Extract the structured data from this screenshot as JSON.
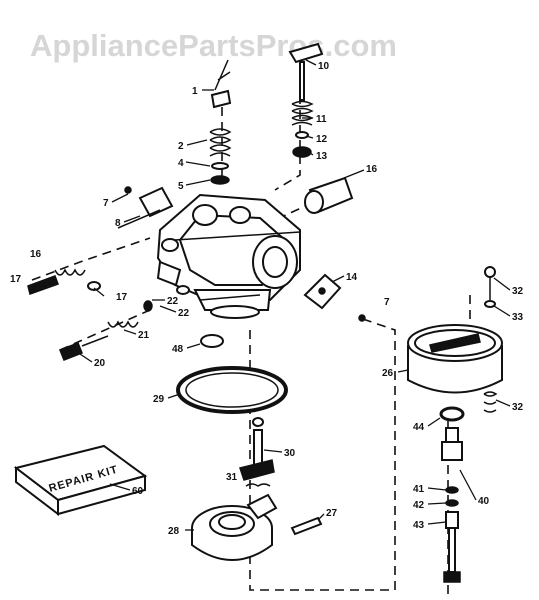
{
  "watermark": "AppliancePartsPros.com",
  "kit_label": "REPAIR KIT",
  "callouts": {
    "c1": "1",
    "c2": "2",
    "c4": "4",
    "c5": "5",
    "c7a": "7",
    "c8": "8",
    "c10": "10",
    "c11": "11",
    "c12": "12",
    "c13": "13",
    "c16a": "16",
    "c16b": "16",
    "c17a": "17",
    "c17b": "17",
    "c14": "14",
    "c7b": "7",
    "c22a": "22",
    "c22b": "22",
    "c21": "21",
    "c20": "20",
    "c48": "48",
    "c29": "29",
    "c30": "30",
    "c31": "31",
    "c27": "27",
    "c28": "28",
    "c60": "60",
    "c32a": "32",
    "c33": "33",
    "c26": "26",
    "c32b": "32",
    "c44": "44",
    "c41": "41",
    "c42": "42",
    "c43": "43",
    "c40": "40"
  }
}
